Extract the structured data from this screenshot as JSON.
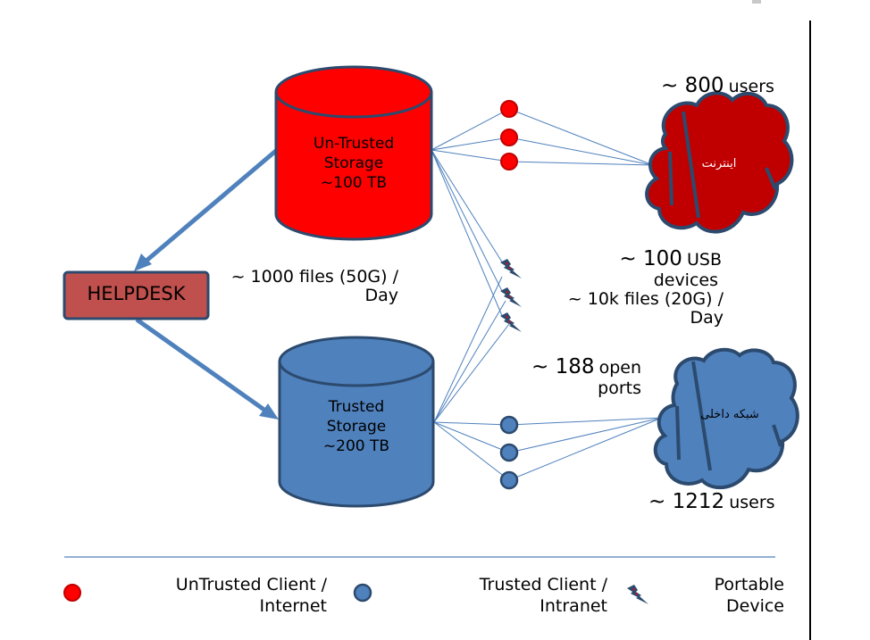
{
  "diagram": {
    "helpdesk": {
      "label": "HELPDESK"
    },
    "untrusted_storage": {
      "line1": "Un-Trusted",
      "line2": "Storage",
      "line3": "~100 TB"
    },
    "trusted_storage": {
      "line1": "Trusted",
      "line2": "Storage",
      "line3": "~200 TB"
    },
    "internet_cloud": {
      "label": "اینترنت",
      "users": "~ 800",
      "users_unit": "users"
    },
    "intranet_cloud": {
      "label": "شبکه داخلی",
      "users": "~ 1212",
      "users_unit": "users"
    },
    "helpdesk_flow": {
      "line1": "~ 1000 files (50G) /",
      "line2": "Day"
    },
    "usb": {
      "count": "~ 100",
      "unit": "USB",
      "line2": "devices",
      "line3": "~ 10k files (20G) /",
      "line4": "Day"
    },
    "ports": {
      "count": "~ 188",
      "unit": "open",
      "line2": "ports"
    },
    "colors": {
      "untrusted": "#ff0000",
      "untrusted_dark": "#c00000",
      "trusted": "#4f81bd",
      "outline": "#2c4a6e",
      "helpdesk_fill": "#c0504d",
      "connector": "#4f81bd"
    }
  },
  "legend": {
    "items": [
      {
        "icon": "red-circle-icon",
        "line1": "UnTrusted Client /",
        "line2": "Internet"
      },
      {
        "icon": "blue-circle-icon",
        "line1": "Trusted Client /",
        "line2": "Intranet"
      },
      {
        "icon": "lightning-icon",
        "line1": "Portable",
        "line2": "Device"
      }
    ]
  }
}
